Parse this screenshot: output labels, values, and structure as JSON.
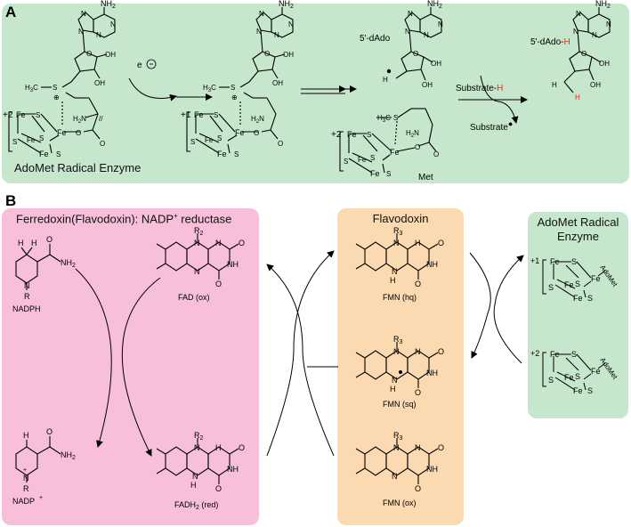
{
  "panelA": {
    "letter": "A",
    "title": "AdoMet Radical Enzyme",
    "electron": "e",
    "fivedAdo": "5'-dAdo",
    "fivedAdoH_prefix": "5'-dAdo-",
    "fivedAdoH_suffix": "H",
    "substrateH_prefix": "Substrate-",
    "substrateH_suffix": "H",
    "substrateRad": "Substrate",
    "met": "Met",
    "ox2": "+2",
    "ox1": "+1",
    "colors": {
      "bg": "#c6e7cb",
      "red": "#e0301e"
    }
  },
  "panelB": {
    "letter": "B",
    "fnr": {
      "title": "Ferredoxin(Flavodoxin): NADP",
      "title_sup": "+",
      "title_end": " reductase",
      "nadph": "NADPH",
      "nadp": "NADP",
      "nadp_sup": "+",
      "fad_ox": "FAD (ox)",
      "fadh2": "FADH",
      "fadh2_sub": "2",
      "fadh2_end": " (red)",
      "bg": "#f7bfd9"
    },
    "flavodoxin": {
      "title": "Flavodoxin",
      "fmn_hq": "FMN (hq)",
      "fmn_sq": "FMN (sq)",
      "fmn_ox": "FMN (ox)",
      "bg": "#fbd9b1"
    },
    "adomet": {
      "title_line1": "AdoMet Radical",
      "title_line2": "Enzyme",
      "ox1": "+1",
      "ox2": "+2",
      "adomet_label": "AdoMet",
      "bg": "#c6e7cb"
    }
  },
  "atoms": {
    "NH2": "NH2",
    "N": "N",
    "NH": "NH",
    "O": "O",
    "OH": "OH",
    "S": "S",
    "Fe": "Fe",
    "H": "H",
    "R": "R",
    "R2": "R2",
    "R3": "R3",
    "H3C": "H3C",
    "H2N": "H2N"
  }
}
